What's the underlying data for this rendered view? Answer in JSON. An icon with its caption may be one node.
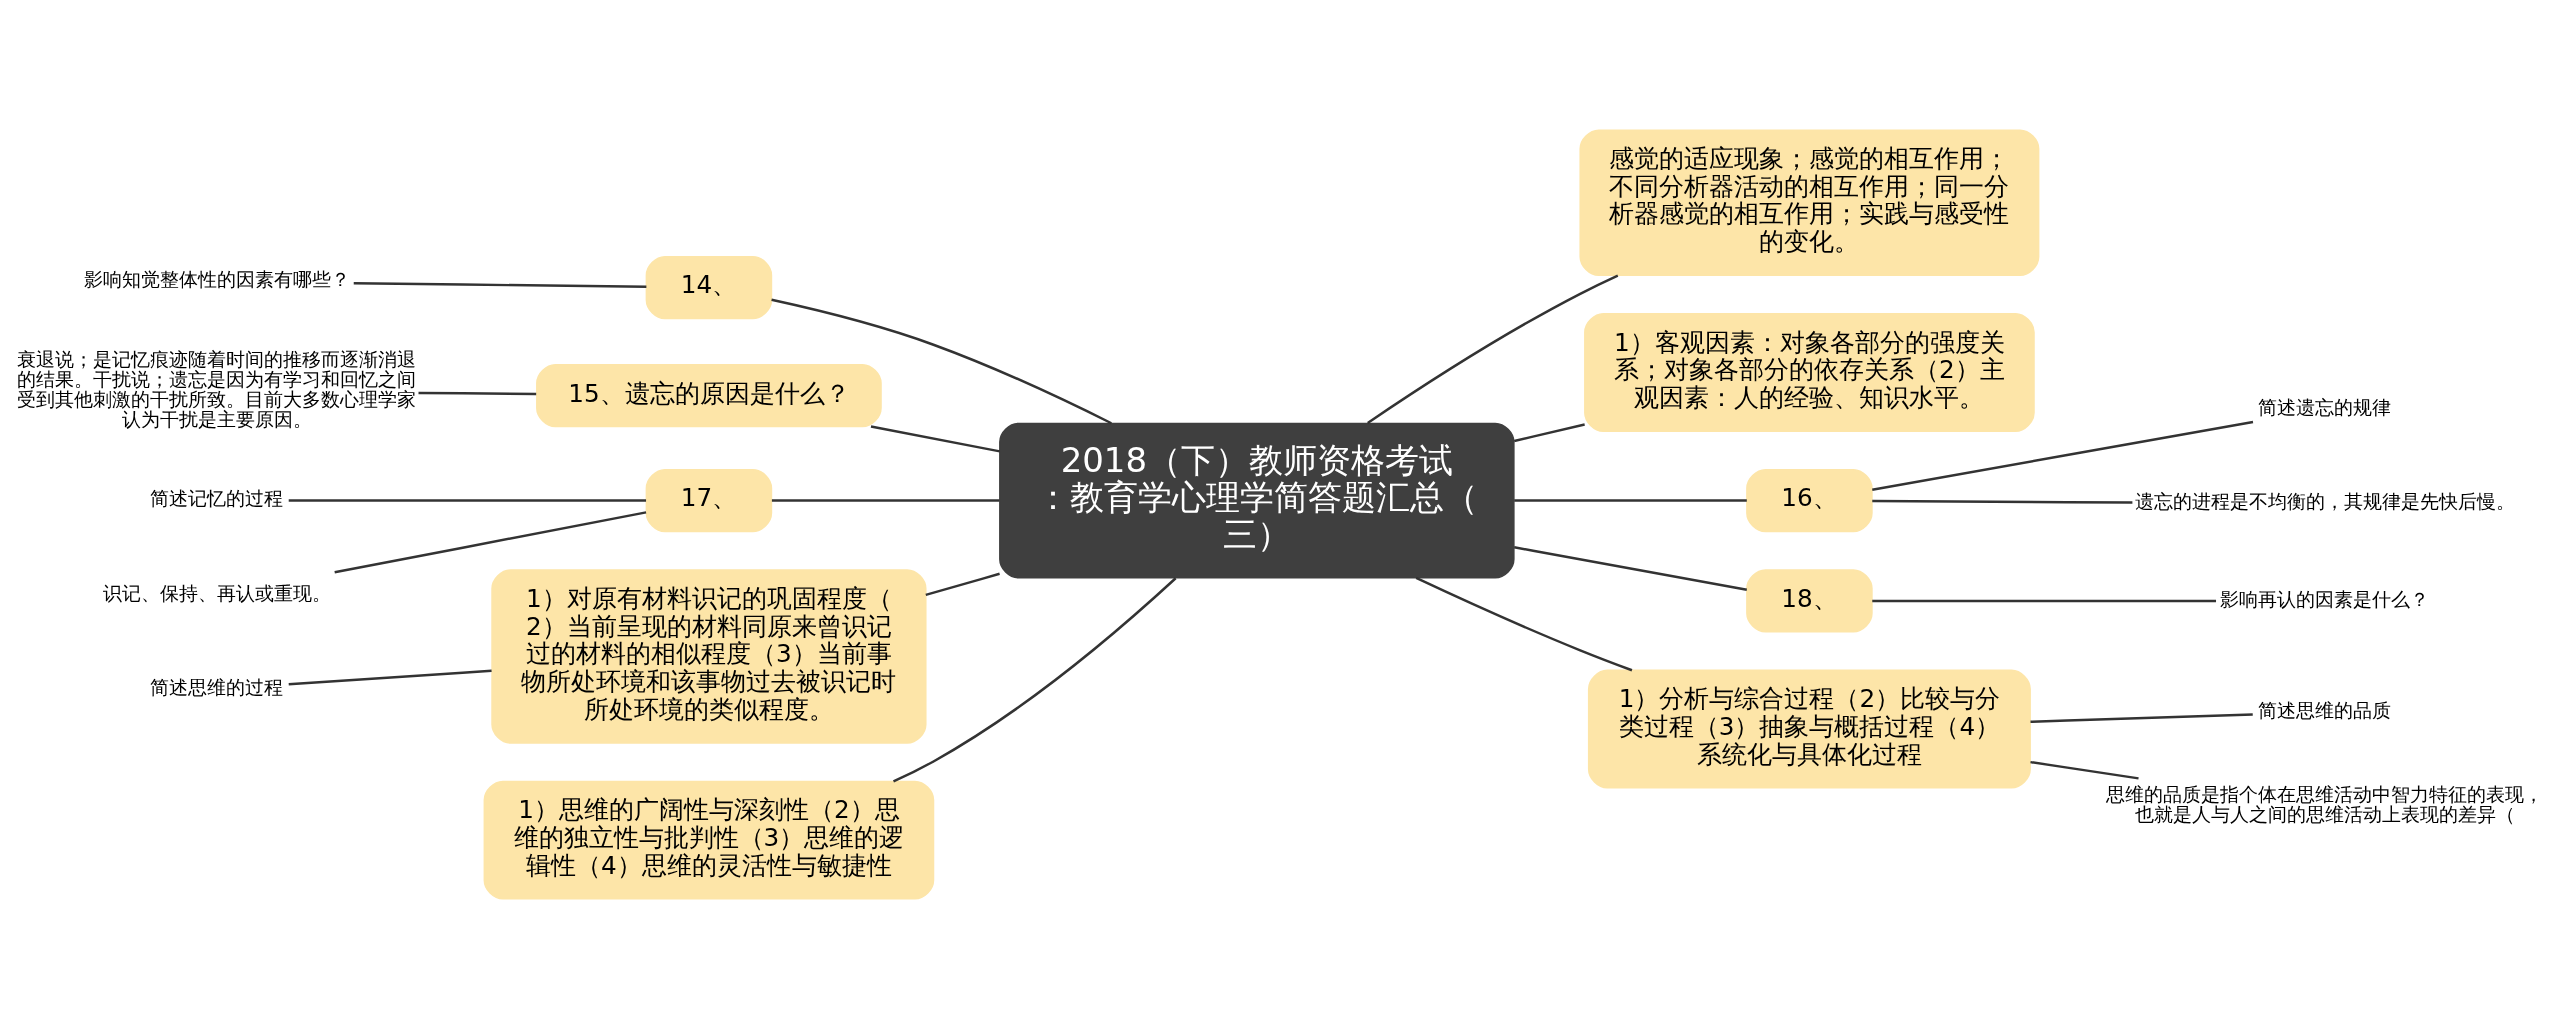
{
  "diagram": {
    "nodes": [
      {
        "text": [
          "2018（下）教师资格考试：教育学心理学简答题汇总（三）"
        ]
      },
      {
        "text": [
          "14、"
        ]
      },
      {
        "text": [
          "影响知觉整体性的因素有哪些？"
        ]
      },
      {
        "text": [
          "15、遗忘的原因是什么？"
        ]
      },
      {
        "text": [
          "衰退说；是记忆痕迹随着时间的推移而逐渐消退的结果。干扰说；遗忘是因为有学习和回忆之间受到其他刺激的干扰所致。目前大多数心理学家认为干扰是主要原因。"
        ]
      },
      {
        "text": [
          "17、"
        ]
      },
      {
        "text": [
          "简述记忆的过程"
        ]
      },
      {
        "text": [
          "识记、保持、再认或重现。"
        ]
      },
      {
        "text": [
          "1）对原有材料识记的巩固程度（2）当前呈现的材料同原来曾识记过的材料的相似程度（3）当前事物所处环境和该事物过去被识记时所处环境的类似程度。"
        ]
      },
      {
        "text": [
          "简述思维的过程"
        ]
      },
      {
        "text": [
          "1）思维的广阔性与深刻性（2）思维的独立性与批判性（3）思维的逻辑性（4）思维的灵活性与敏捷性"
        ]
      },
      {
        "text": [
          "感觉的适应现象；感觉的相互作用；不同分析器活动的相互作用；同一分析器感觉的相互作用；实践与感受性的变化。"
        ]
      },
      {
        "text": [
          "1）客观因素：对象各部分的强度关系；对象各部分的依存关系（2）主观因素：人的经验、知识水平。"
        ]
      },
      {
        "text": [
          "16、"
        ]
      },
      {
        "text": [
          "简述遗忘的规律"
        ]
      },
      {
        "text": [
          "遗忘的进程是不均衡的，其规律是先快后慢。"
        ]
      },
      {
        "text": [
          "18、"
        ]
      },
      {
        "text": [
          "影响再认的因素是什么？"
        ]
      },
      {
        "text": [
          "1）分析与综合过程（2）比较与分类过程（3）抽象与概括过程（4）系统化与具体化过程"
        ]
      },
      {
        "text": [
          "简述思维的品质"
        ]
      },
      {
        "text": [
          "思维的品质是指个体在思维活动中智力特征的表现，也就是人与人之间的思维活动上表现的差异（"
        ]
      }
    ],
    "edges": [
      {
        "from": 0,
        "to": 1,
        "arrow": "none"
      },
      {
        "from": 1,
        "to": 2,
        "arrow": "none"
      },
      {
        "from": 0,
        "to": 3,
        "arrow": "none"
      },
      {
        "from": 3,
        "to": 4,
        "arrow": "none"
      },
      {
        "from": 0,
        "to": 5,
        "arrow": "none"
      },
      {
        "from": 5,
        "to": 6,
        "arrow": "none"
      },
      {
        "from": 5,
        "to": 7,
        "arrow": "none"
      },
      {
        "from": 0,
        "to": 8,
        "arrow": "none"
      },
      {
        "from": 8,
        "to": 9,
        "arrow": "none"
      },
      {
        "from": 0,
        "to": 10,
        "arrow": "none"
      },
      {
        "from": 0,
        "to": 11,
        "arrow": "none"
      },
      {
        "from": 0,
        "to": 12,
        "arrow": "none"
      },
      {
        "from": 0,
        "to": 13,
        "arrow": "none"
      },
      {
        "from": 13,
        "to": 14,
        "arrow": "none"
      },
      {
        "from": 13,
        "to": 15,
        "arrow": "none"
      },
      {
        "from": 0,
        "to": 16,
        "arrow": "none"
      },
      {
        "from": 16,
        "to": 17,
        "arrow": "none"
      },
      {
        "from": 0,
        "to": 18,
        "arrow": "none"
      },
      {
        "from": 18,
        "to": 19,
        "arrow": "none"
      },
      {
        "from": 18,
        "to": 20,
        "arrow": "none"
      }
    ]
  }
}
